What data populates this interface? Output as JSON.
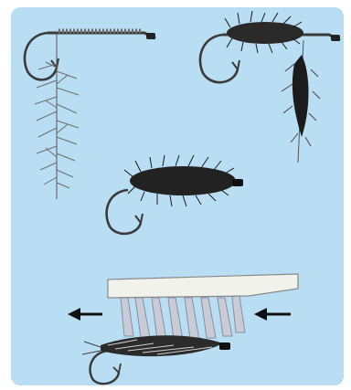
{
  "illustration": {
    "panels": [
      {
        "name": "hook-with-dubbing-loop",
        "kind": "hook-dubbing-loop"
      },
      {
        "name": "hook-with-wound-body",
        "kind": "hook-wound-body"
      },
      {
        "name": "finished-dubbed-fly",
        "kind": "dubbed-fly"
      },
      {
        "name": "brush-and-streamer",
        "kind": "brush-fluffing"
      }
    ],
    "arrows": [
      {
        "name": "left-arrow-icon",
        "direction": "left"
      },
      {
        "name": "right-arrow-icon",
        "direction": "left"
      }
    ],
    "colors": {
      "background": "#b9ddf2",
      "hook": "#3a3a3a",
      "fur_dark": "#1a1a1a",
      "fur_light": "#8c8c8c",
      "brush_handle": "#f2f2ec",
      "brush_bristles": "#c9ccd6"
    }
  }
}
